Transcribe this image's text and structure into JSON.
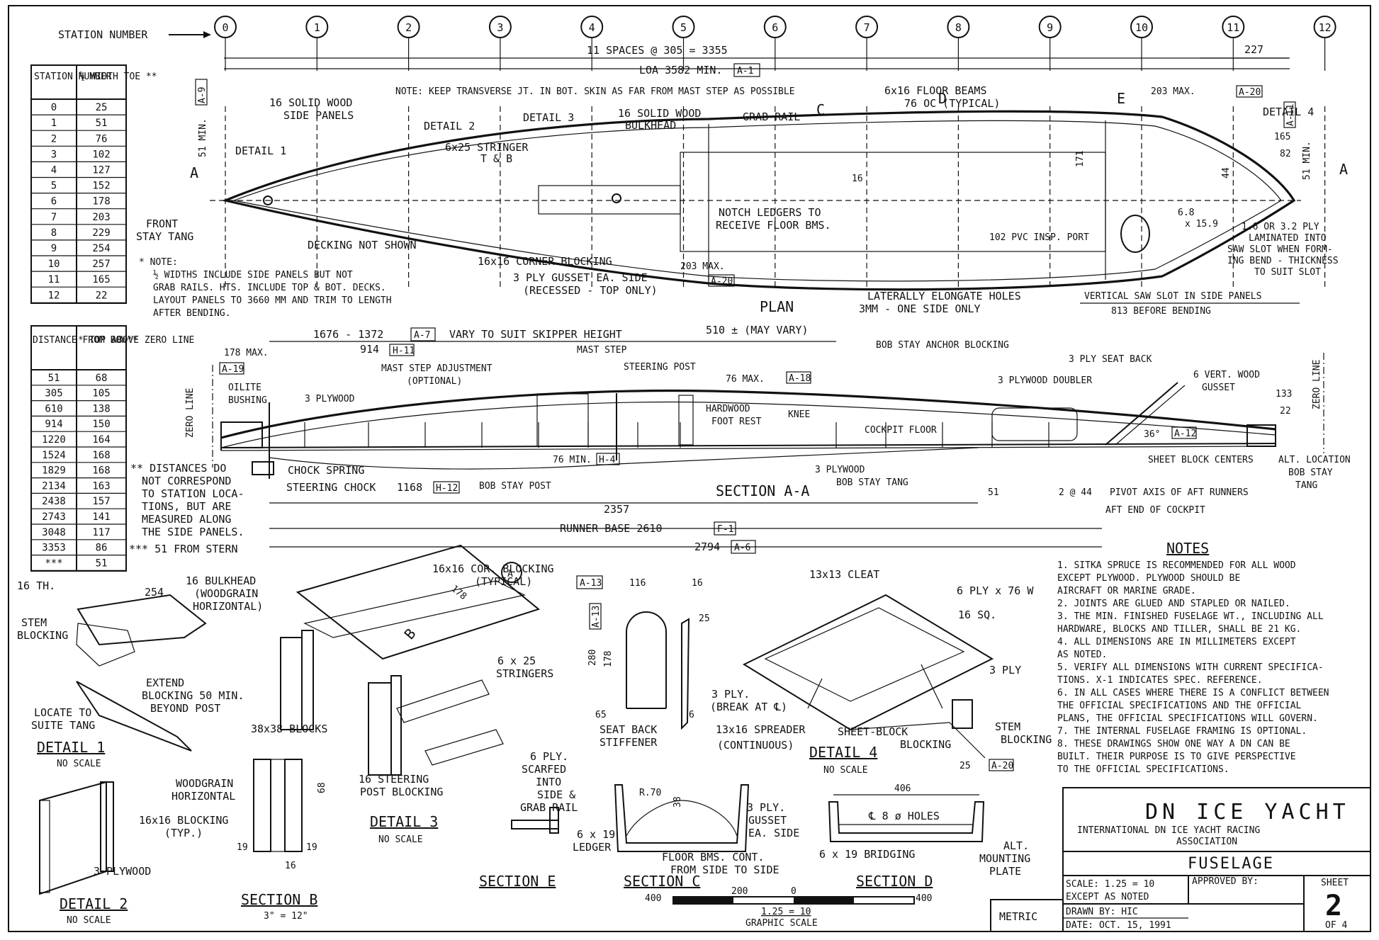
{
  "stations": {
    "label": "STATION NUMBER",
    "numbers": [
      "0",
      "1",
      "2",
      "3",
      "4",
      "5",
      "6",
      "7",
      "8",
      "9",
      "10",
      "11",
      "12"
    ]
  },
  "table1": {
    "headers": [
      "STATION NUMBER",
      "½ WIDTH TOE **"
    ],
    "rows": [
      [
        "0",
        "25"
      ],
      [
        "1",
        "51"
      ],
      [
        "2",
        "76"
      ],
      [
        "3",
        "102"
      ],
      [
        "4",
        "127"
      ],
      [
        "5",
        "152"
      ],
      [
        "6",
        "178"
      ],
      [
        "7",
        "203"
      ],
      [
        "8",
        "229"
      ],
      [
        "9",
        "254"
      ],
      [
        "10",
        "257"
      ],
      [
        "11",
        "165"
      ],
      [
        "12",
        "22"
      ]
    ]
  },
  "table1_note": [
    "* NOTE:",
    "½ WIDTHS INCLUDE SIDE PANELS BUT NOT",
    "GRAB RAILS. HTS. INCLUDE TOP & BOT. DECKS.",
    "LAYOUT PANELS TO 3660 MM AND TRIM TO LENGTH",
    "AFTER BENDING."
  ],
  "table2": {
    "headers": [
      "DISTANCE FROM BOW**",
      "* TOP ABOVE ZERO LINE"
    ],
    "rows": [
      [
        "51",
        "68"
      ],
      [
        "305",
        "105"
      ],
      [
        "610",
        "138"
      ],
      [
        "914",
        "150"
      ],
      [
        "1220",
        "164"
      ],
      [
        "1524",
        "168"
      ],
      [
        "1829",
        "168"
      ],
      [
        "2134",
        "163"
      ],
      [
        "2438",
        "157"
      ],
      [
        "2743",
        "141"
      ],
      [
        "3048",
        "117"
      ],
      [
        "3353",
        "86"
      ],
      [
        "***",
        "51"
      ]
    ]
  },
  "table2_note": [
    "** DISTANCES DO",
    "NOT CORRESPOND",
    "TO STATION LOCA-",
    "TIONS, BUT ARE",
    "MEASURED ALONG",
    "THE SIDE PANELS.",
    "*** 51 FROM STERN"
  ],
  "plan": {
    "spaces": "11 SPACES @ 305 = 3355",
    "loa": "LOA 3582 MIN.",
    "dim227": "227",
    "note_keep": "NOTE: KEEP TRANSVERSE JT. IN BOT. SKIN AS FAR FROM MAST STEP AS POSSIBLE",
    "labels": {
      "side_panels": [
        "16 SOLID WOOD",
        "SIDE PANELS"
      ],
      "detail1": "DETAIL 1",
      "detail2": "DETAIL 2",
      "detail3": "DETAIL 3",
      "detail4": "DETAIL 4",
      "stringer": [
        "6x25 STRINGER",
        "T & B"
      ],
      "bulkhead": [
        "16 SOLID WOOD",
        "BULKHEAD"
      ],
      "grab_rail": "GRAB RAIL",
      "floor_beams": [
        "6x16 FLOOR BEAMS",
        "76 OC (TYPICAL)"
      ],
      "front_stay": [
        "FRONT",
        "STAY TANG"
      ],
      "decking": "DECKING NOT SHOWN",
      "corner_blocking": "16x16 CORNER BLOCKING",
      "gusset": [
        "3 PLY GUSSET EA. SIDE",
        "(RECESSED - TOP ONLY)"
      ],
      "notch": [
        "NOTCH LEDGERS TO",
        "RECEIVE FLOOR BMS."
      ],
      "insp_port": "102 PVC INSP. PORT",
      "holes": [
        "LATERALLY ELONGATE HOLES",
        "3MM - ONE SIDE ONLY"
      ],
      "laminated": [
        "1.6 OR 3.2 PLY",
        "LAMINATED INTO",
        "SAW SLOT WHEN FORM-",
        "ING BEND - THICKNESS",
        "TO SUIT SLOT"
      ],
      "saw_slot": "VERTICAL SAW SLOT IN SIDE PANELS",
      "before_bending": "813 BEFORE BENDING",
      "min51_left": "51 MIN.",
      "min51_right": "51 MIN.",
      "max203a": "203 MAX.",
      "max203b": "203 MAX.",
      "d165": "165",
      "d82": "82",
      "d44": "44",
      "d171": "171",
      "d16": "16",
      "d68": "6.8",
      "d159": "x 15.9",
      "sec_a": "A",
      "sec_c": "C",
      "sec_d": "D",
      "sec_e": "E",
      "title": "PLAN"
    },
    "refs": {
      "a1": "A-1",
      "a9": "A-9",
      "a20a": "A-20",
      "a20b": "A-20",
      "a11": "A-11"
    }
  },
  "section_aa": {
    "title": "SECTION A-A",
    "top_dim": "1676 - 1372",
    "top_ref": "A-7",
    "vary": "VARY TO SUIT SKIPPER HEIGHT",
    "may_vary": "510 ± (MAY VARY)",
    "max178": "178 MAX.",
    "d914": "914",
    "ref_h11": "H-11",
    "ref_a19": "A-19",
    "ref_a18": "A-18",
    "ref_a12": "A-12",
    "ref_h4": "H-4",
    "ref_h12": "H-12",
    "ref_f1": "F-1",
    "ref_a6": "A-6",
    "mast_adj": [
      "MAST STEP ADJUSTMENT",
      "(OPTIONAL)"
    ],
    "mast_step": "MAST STEP",
    "steering_post": "STEERING POST",
    "max76": "76 MAX.",
    "bob_stay_anchor": "BOB STAY ANCHOR BLOCKING",
    "seat_back": "3 PLY SEAT BACK",
    "doubler": "3 PLYWOOD DOUBLER",
    "vert_gusset": [
      "6 VERT. WOOD",
      "GUSSET"
    ],
    "oilite": [
      "OILITE",
      "BUSHING"
    ],
    "ply3": "3 PLYWOOD",
    "hardwood": [
      "HARDWOOD",
      "FOOT REST"
    ],
    "knee": "KNEE",
    "cockpit": "COCKPIT FLOOR",
    "d133": "133",
    "d22": "22",
    "angle": "36°",
    "zero_left": "ZERO LINE",
    "zero_right": "ZERO LINE",
    "chock_spring": "CHOCK SPRING",
    "steering_chock": "STEERING CHOCK",
    "d1168": "1168",
    "min76": "76 MIN.",
    "bob_stay_post": "BOB STAY POST",
    "ply3b": "3 PLYWOOD",
    "bob_stay_tang": "BOB STAY TANG",
    "sheet_block": "SHEET BLOCK CENTERS",
    "alt_location": [
      "ALT. LOCATION",
      "BOB STAY",
      "TANG"
    ],
    "d51": "51",
    "d2at44": "2 @ 44",
    "pivot": "PIVOT AXIS OF AFT RUNNERS",
    "d2357": "2357",
    "aft_end": "AFT END OF COCKPIT",
    "runner_base": "RUNNER BASE 2610",
    "d2794": "2794"
  },
  "notes": {
    "title": "NOTES",
    "lines": [
      "1. SITKA SPRUCE IS RECOMMENDED FOR ALL WOOD",
      "   EXCEPT PLYWOOD. PLYWOOD SHOULD BE",
      "   AIRCRAFT OR MARINE GRADE.",
      "2. JOINTS ARE GLUED AND STAPLED OR NAILED.",
      "3. THE MIN. FINISHED FUSELAGE WT., INCLUDING ALL",
      "   HARDWARE, BLOCKS AND TILLER, SHALL BE 21 KG.",
      "4. ALL DIMENSIONS ARE IN MILLIMETERS EXCEPT",
      "   AS NOTED.",
      "5. VERIFY ALL DIMENSIONS WITH CURRENT SPECIFICA-",
      "   TIONS.  X-1  INDICATES SPEC. REFERENCE.",
      "6. IN ALL CASES WHERE THERE IS A CONFLICT BETWEEN",
      "   THE OFFICIAL SPECIFICATIONS AND THE OFFICIAL",
      "   PLANS, THE OFFICIAL SPECIFICATIONS WILL GOVERN.",
      "7. THE INTERNAL FUSELAGE FRAMING IS OPTIONAL.",
      "8. THESE DRAWINGS SHOW ONE WAY A DN CAN BE",
      "   BUILT. THEIR PURPOSE IS TO GIVE PERSPECTIVE",
      "   TO THE OFFICIAL SPECIFICATIONS."
    ]
  },
  "details": {
    "detail1": {
      "title": "DETAIL 1",
      "sub": "NO SCALE",
      "th": "16 TH.",
      "d254": "254",
      "stem": [
        "STEM",
        "BLOCKING"
      ],
      "extend": [
        "EXTEND",
        "BLOCKING 50 MIN.",
        "BEYOND POST"
      ],
      "locate": [
        "LOCATE TO",
        "SUITE TANG"
      ]
    },
    "detail2": {
      "title": "DETAIL 2",
      "sub": "NO SCALE",
      "blocking": [
        "16x16 BLOCKING",
        "(TYP.)"
      ],
      "ply": "3 PLYWOOD"
    },
    "section_b": {
      "title": "SECTION B",
      "sub": "3\" = 12\"",
      "woodgrain": [
        "WOODGRAIN",
        "HORIZONTAL"
      ],
      "d68": "68",
      "d19a": "19",
      "d19b": "19",
      "d16": "16"
    },
    "detail3": {
      "title": "DETAIL 3",
      "sub": "NO SCALE",
      "bulkhead": [
        "16 BULKHEAD",
        "(WOODGRAIN",
        "HORIZONTAL)"
      ],
      "cor_blocking": [
        "16x16 COR. BLOCKING",
        "(TYPICAL)"
      ],
      "d178": "178",
      "stringers": [
        "6 x 25",
        "STRINGERS"
      ],
      "blocks": "38x38 BLOCKS",
      "steering": [
        "16 STEERING",
        "POST BLOCKING"
      ],
      "b": "B",
      "a": "A"
    },
    "seat_back": {
      "title": [
        "SEAT BACK",
        "STIFFENER"
      ],
      "ref_a13a": "A-13",
      "ref_a13b": "A-13",
      "d116": "116",
      "d16": "16",
      "d25": "25",
      "d280": "280",
      "d178": "178",
      "d65": "65",
      "d6": "6"
    },
    "section_e": {
      "title": "SECTION E",
      "ply": [
        "6 PLY.",
        "SCARFED",
        "INTO",
        "SIDE &",
        "GRAB RAIL"
      ]
    },
    "section_c": {
      "title": "SECTION C",
      "r70": "R.70",
      "d38": "38",
      "gusset": [
        "3 PLY.",
        "GUSSET",
        "EA. SIDE"
      ],
      "ledger": [
        "6 x 19",
        "LEDGER"
      ],
      "floor": [
        "FLOOR BMS. CONT.",
        "FROM SIDE TO SIDE"
      ]
    },
    "detail4": {
      "title": "DETAIL 4",
      "sub": "NO SCALE",
      "cleat": "13x13 CLEAT",
      "ply6": "6 PLY x 76 W",
      "sq16": "16 SQ.",
      "ply3a": "3 PLY",
      "ply3b": [
        "3 PLY.",
        "(BREAK AT ℄)"
      ],
      "spreader": [
        "13x16 SPREADER",
        "(CONTINUOUS)"
      ],
      "sheet_block": [
        "SHEET-BLOCK",
        "BLOCKING"
      ],
      "stem": [
        "STEM",
        "BLOCKING"
      ]
    },
    "section_d": {
      "title": "SECTION D",
      "d406": "406",
      "d25": "25",
      "ref_a20": "A-20",
      "holes": "℄ 8 ø HOLES",
      "bridging": "6 x 19 BRIDGING",
      "alt": [
        "ALT.",
        "MOUNTING",
        "PLATE"
      ]
    }
  },
  "scale": {
    "labels": [
      "400",
      "200",
      "0",
      "400"
    ],
    "ratio": "1.25 = 10",
    "caption": "GRAPHIC SCALE"
  },
  "title_block": {
    "title": "DN ICE YACHT",
    "org1": "INTERNATIONAL DN ICE YACHT RACING",
    "org2": "ASSOCIATION",
    "subject": "FUSELAGE",
    "scale": "SCALE: 1.25 = 10",
    "scale2": "EXCEPT AS NOTED",
    "approved": "APPROVED BY:",
    "sheet_label": "SHEET",
    "sheet_num": "2",
    "sheet_of": "OF 4",
    "metric": "METRIC",
    "drawn": "DRAWN BY: HIC",
    "date": "DATE: OCT. 15, 1991"
  }
}
